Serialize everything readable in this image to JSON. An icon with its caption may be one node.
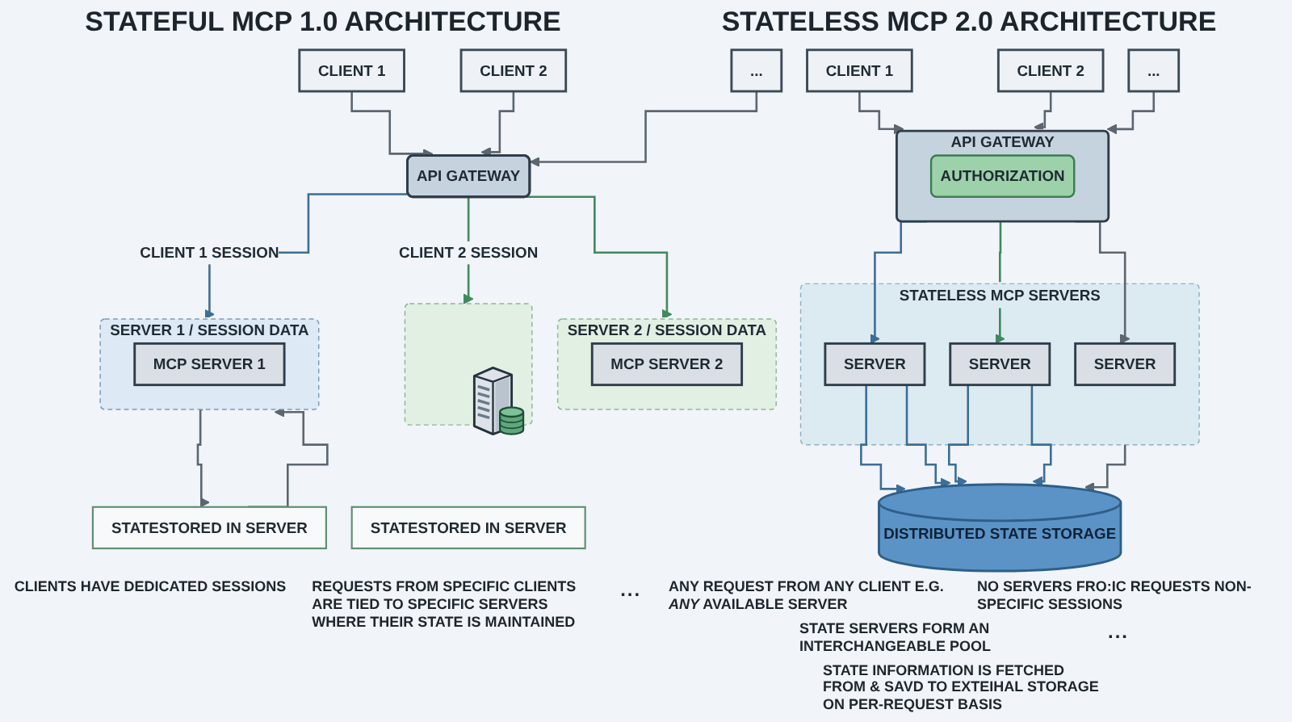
{
  "diagram": {
    "nodes": [
      {
        "text": [
          "CLIENT 1"
        ]
      },
      {
        "text": [
          "CLIENT 2"
        ]
      },
      {
        "text": [
          "..."
        ]
      },
      {
        "text": [
          "API GATEWAY"
        ]
      },
      {
        "text": [
          "SERVER 1 / SESSION DATA"
        ]
      },
      {
        "text": [
          "MCP SERVER 1"
        ],
        "in": 4
      },
      {
        "text": [
          "SERVER 2 / SESSION DATA"
        ]
      },
      {
        "text": [
          "MCP SERVER 2"
        ],
        "in": 6
      },
      {
        "text": [],
        "shape": "box"
      },
      {
        "text": [],
        "shape": "picture",
        "in": 8
      },
      {
        "text": [
          "STATESTORED IN SERVER"
        ]
      },
      {
        "text": [
          "STATESTORED IN SERVER"
        ]
      },
      {
        "text": [
          "CLIENT 1"
        ]
      },
      {
        "text": [
          "CLIENT 2"
        ]
      },
      {
        "text": [
          "..."
        ]
      },
      {
        "text": [
          "API GATEWAY"
        ]
      },
      {
        "text": [
          "AUTHORIZATION"
        ],
        "in": 15
      },
      {
        "text": [
          "STATELESS MCP SERVERS"
        ]
      },
      {
        "text": [
          "SERVER"
        ],
        "in": 17
      },
      {
        "text": [
          "SERVER"
        ],
        "in": 17
      },
      {
        "text": [
          "SERVER"
        ],
        "in": 17
      },
      {
        "text": [
          "DISTRIBUTED STATE STORAGE"
        ]
      }
    ],
    "edges": [
      {
        "from": 0,
        "to": 3,
        "arrow": "to"
      },
      {
        "from": 1,
        "to": 3,
        "arrow": "to"
      },
      {
        "from": 2,
        "to": 3,
        "arrow": "to"
      },
      {
        "from": 3,
        "to": 4,
        "arrow": "to",
        "label": "CLIENT 1 SESSION",
        "color": "#3b6e98"
      },
      {
        "from": 3,
        "to": 6,
        "arrow": "to",
        "color": "#3f8a5e"
      },
      {
        "from": 3,
        "to": 8,
        "arrow": "to",
        "label": "CLIENT 2 SESSION",
        "color": "#3f8a5e"
      },
      {
        "from": 4,
        "to": 10,
        "arrow": "to"
      },
      {
        "from": 10,
        "to": 4,
        "arrow": "to"
      },
      {
        "from": 12,
        "to": 15,
        "arrow": "to"
      },
      {
        "from": 13,
        "to": 15,
        "arrow": "to"
      },
      {
        "from": 14,
        "to": 15,
        "arrow": "to"
      },
      {
        "from": 15,
        "to": 18,
        "arrow": "to",
        "color": "#3b6e98"
      },
      {
        "from": 15,
        "to": 19,
        "arrow": "to"
      },
      {
        "from": 15,
        "to": 20,
        "arrow": "to",
        "color": "#3f8a5e"
      },
      {
        "from": 18,
        "to": 21,
        "arrow": "to",
        "color": "#3b6e98"
      },
      {
        "from": 18,
        "to": 21,
        "arrow": "to",
        "color": "#3b6e98"
      },
      {
        "from": 17,
        "to": 21,
        "arrow": "to"
      },
      {
        "from": 20,
        "to": 21,
        "arrow": "to",
        "color": "#3b6e98"
      },
      {
        "from": 20,
        "to": 21,
        "arrow": "to",
        "color": "#3b6e98"
      }
    ],
    "labels": [
      "STATEFUL MCP 1.0 ARCHITECTURE",
      "CLIENTS HAVE DEDICATED SESSIONS",
      "REQUESTS FROM SPECIFIC CLIENTS ARE TIED TO SPECIFIC SERVERS WHERE THEIR STATE IS MAINTAINED",
      "...",
      "STATELESS MCP 2.0 ARCHITECTURE",
      "ANY REQUEST FROM ANY CLIENT E.G. *ANY* AVAILABLE SERVER",
      "NO SERVERS FRO:IC REQUESTS NON-SPECIFIC SESSIONS",
      "STATE SERVERS FORM AN INTERCHANGEABLE POOL",
      "...",
      "STATE INFORMATION IS FETCHED FROM & SAVD TO EXTEIHAL STORAGE ON PER-REQUEST BASIS"
    ]
  }
}
